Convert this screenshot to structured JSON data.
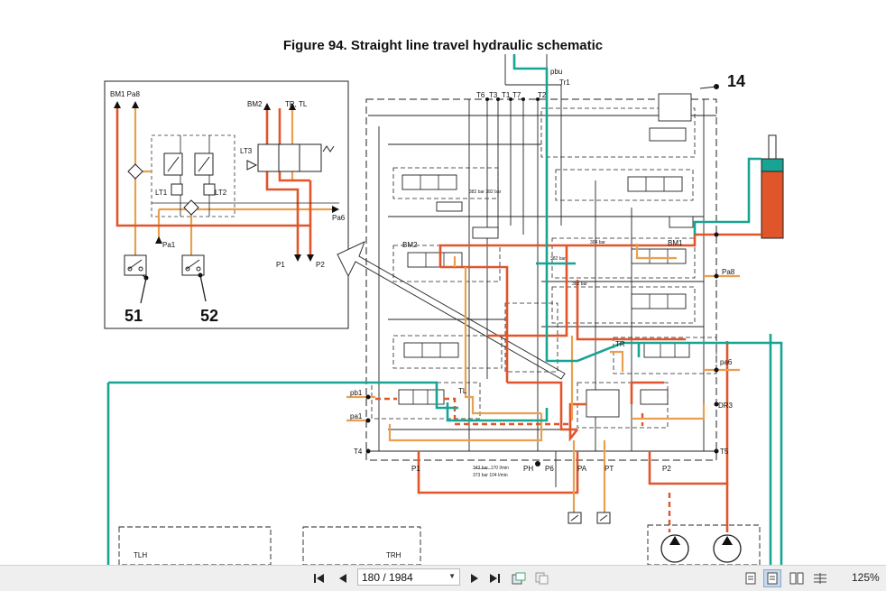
{
  "document": {
    "title": "Figure 94. Straight line travel hydraulic schematic",
    "callouts": {
      "c14": "14",
      "c51": "51",
      "c52": "52"
    },
    "inset_labels": {
      "bm1_pa8": "BM1 Pa8",
      "bm2": "BM2",
      "tr_tl": "TR, TL",
      "lt3": "LT3",
      "lt1": "LT1",
      "lt2": "LT2",
      "pa6": "Pa6",
      "pa1": "Pa1",
      "p1": "P1",
      "p2": "P2"
    },
    "main_labels": {
      "t6": "T6",
      "t3": "T3",
      "t1": "T1",
      "t7": "T7",
      "t2": "T2",
      "pbu": "pbu",
      "tr1": "Tr1",
      "bm2": "BM2",
      "bm1": "BM1",
      "pa8": "Pa8",
      "tr": "TR",
      "pa6": "pa6",
      "tl": "TL",
      "pb1": "pb1",
      "pa1": "pa1",
      "dr3": "DR3",
      "t4": "T4",
      "t5": "T5",
      "p1": "P1",
      "ph": "PH",
      "p6": "P6",
      "pa": "PA",
      "pt": "PT",
      "p2": "P2",
      "tlh": "TLH",
      "trh": "TRH"
    }
  },
  "viewer": {
    "page_indicator": "180 / 1984",
    "zoom": "125%"
  },
  "colors": {
    "red": "#e0552a",
    "orange": "#e8a050",
    "teal": "#19a393"
  }
}
